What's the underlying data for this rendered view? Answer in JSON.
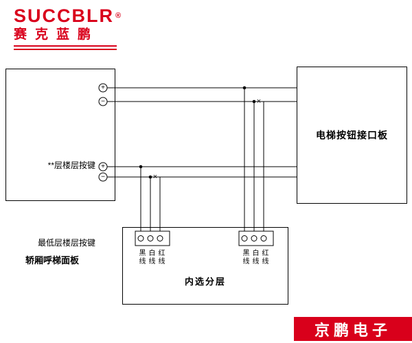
{
  "brand": {
    "logo_en": "SUCCBLR",
    "registered": "®",
    "logo_cn": "赛克蓝鹏"
  },
  "left_panel": {
    "title": "轿厢呼梯面板",
    "row_top_label": "**层楼层按键",
    "row_bottom_label": "最低层楼层按键"
  },
  "right_panel": {
    "title": "电梯按钮接口板"
  },
  "bottom_panel": {
    "title": "内选分层",
    "wire_labels": [
      "黑线",
      "白线",
      "红线"
    ]
  },
  "symbols": {
    "plus": "+",
    "minus": "−",
    "cut": "×"
  },
  "footer": {
    "company": "京鹏电子"
  },
  "colors": {
    "brand_red": "#d9001b",
    "line": "#000000"
  }
}
